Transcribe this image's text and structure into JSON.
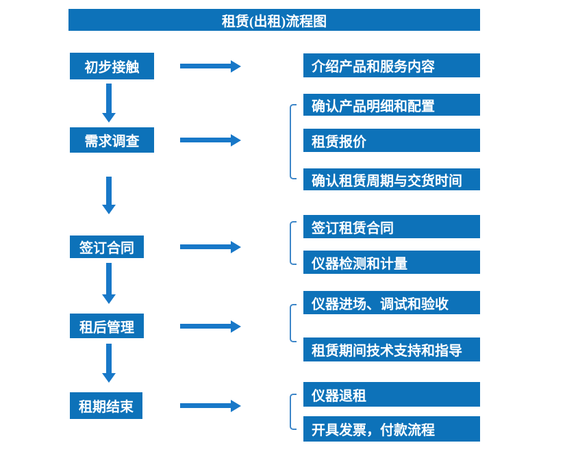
{
  "title": "租赁(出租)流程图",
  "colors": {
    "primary": "#0D72B9",
    "arrow": "#1878C8",
    "bracket": "#3D86C8",
    "box_text": "#FFFFFF",
    "page_bg": "#FFFFFF"
  },
  "flow": {
    "stages": [
      {
        "label": "初步接触",
        "outputs": [
          "介绍产品和服务内容"
        ]
      },
      {
        "label": "需求调查",
        "outputs": [
          "确认产品明细和配置",
          "租赁报价",
          "确认租赁周期与交货时间"
        ]
      },
      {
        "label": "签订合同",
        "outputs": [
          "签订租赁合同",
          "仪器检测和计量"
        ]
      },
      {
        "label": "租后管理",
        "outputs": [
          "仪器进场、调试和验收",
          "租赁期间技术支持和指导"
        ]
      },
      {
        "label": "租期结束",
        "outputs": [
          "仪器退租",
          "开具发票，付款流程"
        ]
      }
    ]
  }
}
